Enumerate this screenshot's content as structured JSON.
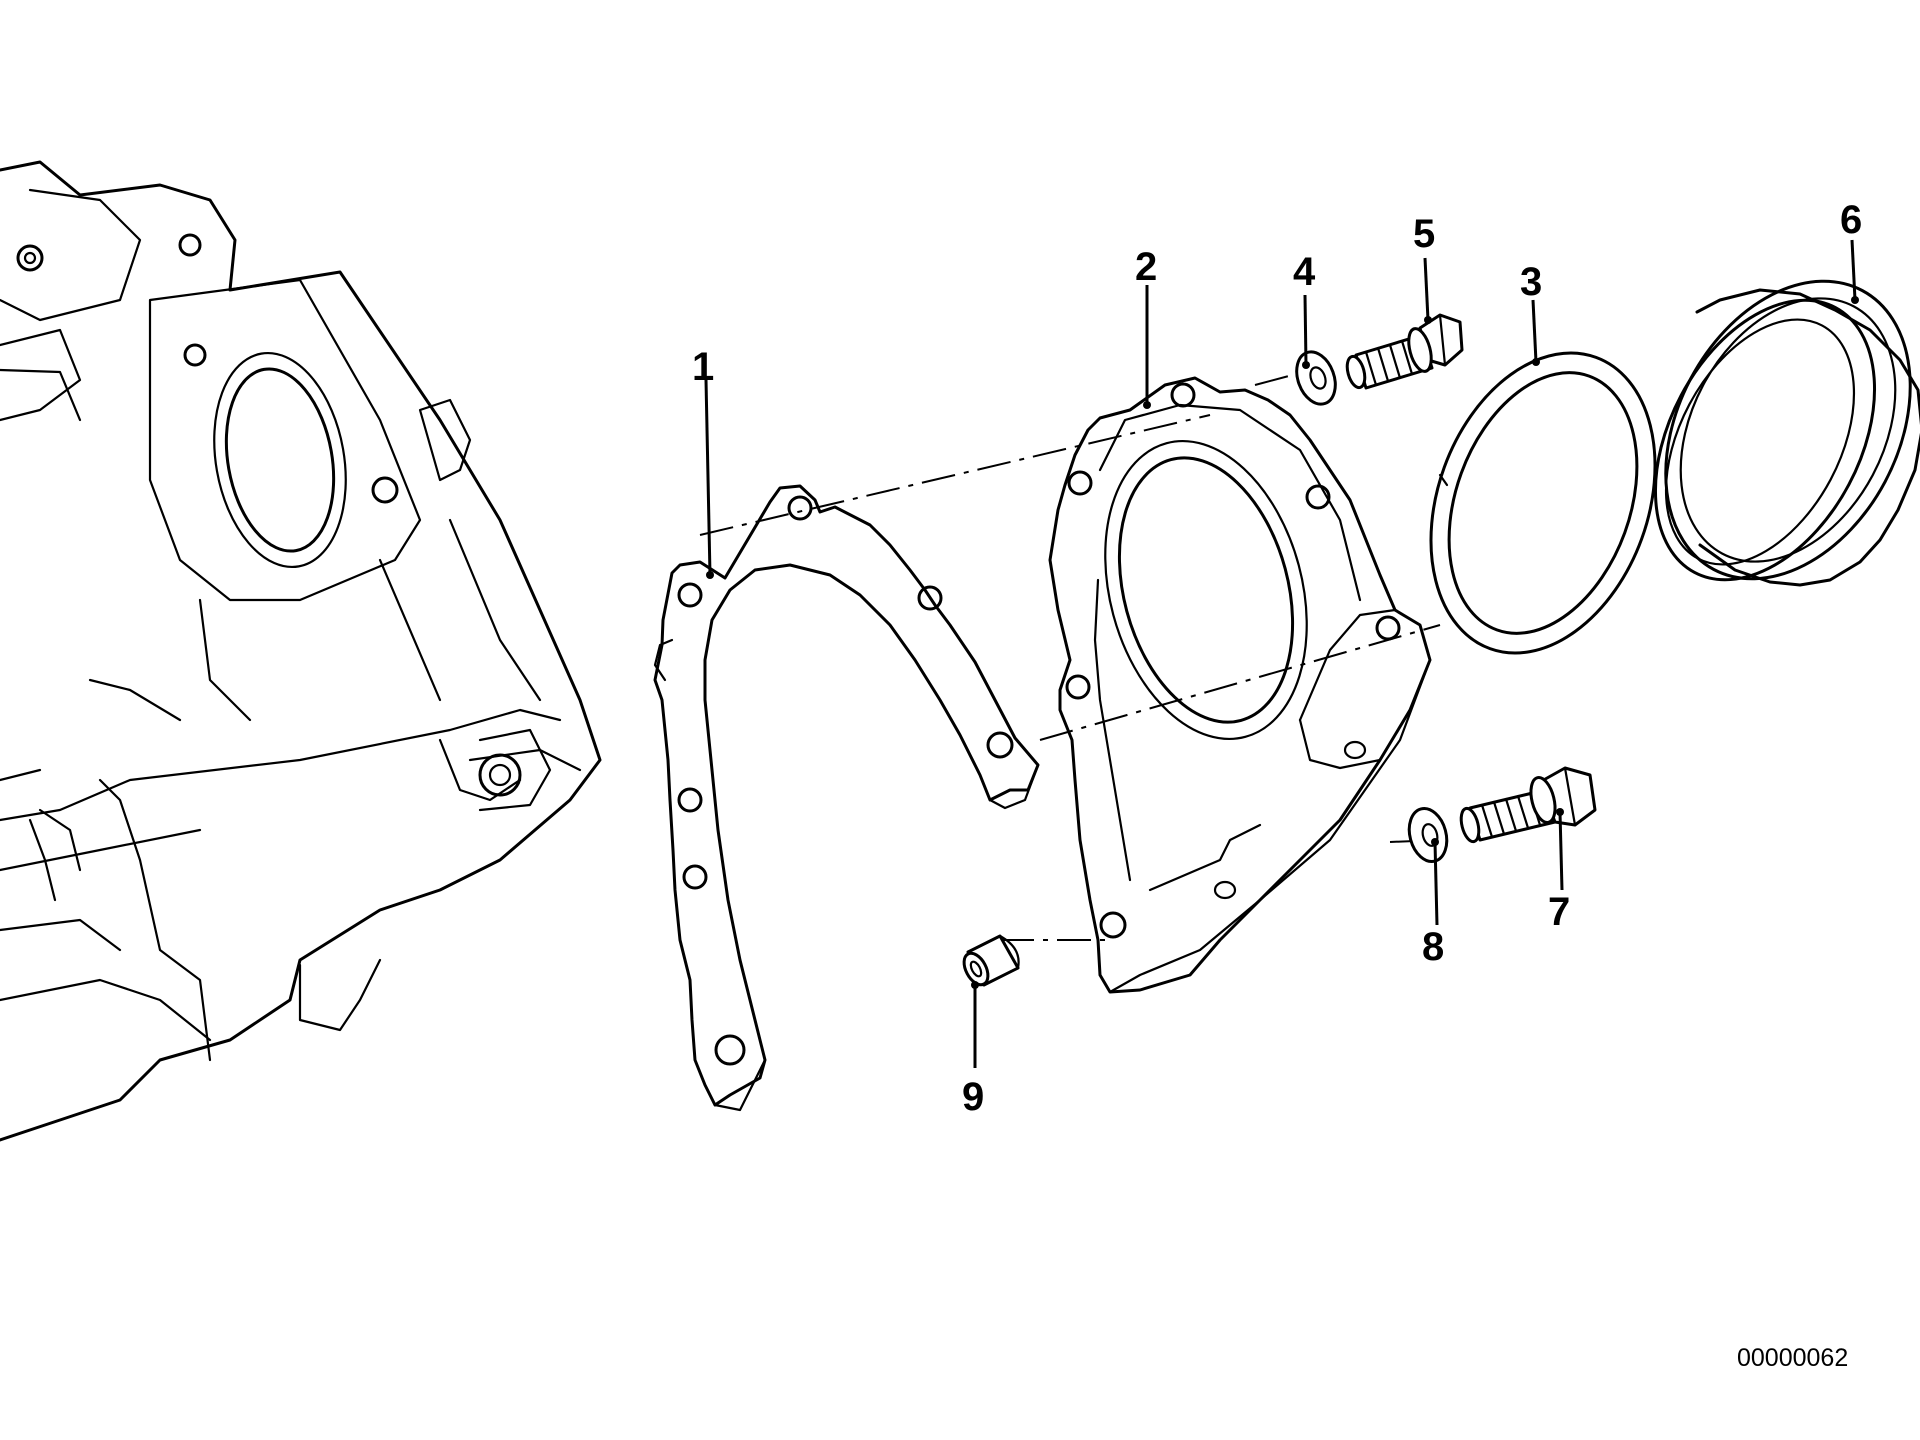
{
  "callouts": {
    "c1": "1",
    "c2": "2",
    "c3": "3",
    "c4": "4",
    "c5": "5",
    "c6": "6",
    "c7": "7",
    "c8": "8",
    "c9": "9"
  },
  "diagram_ref": "00000062"
}
